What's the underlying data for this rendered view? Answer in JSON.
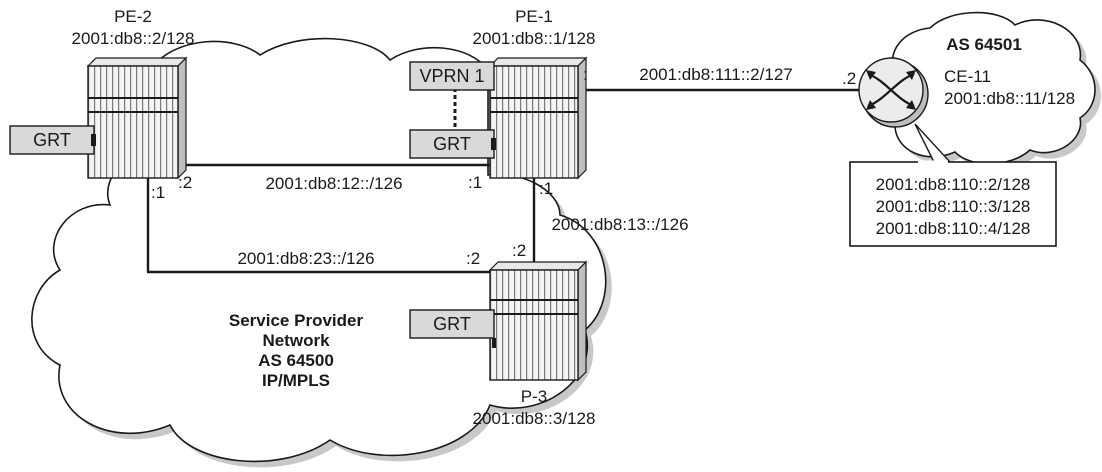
{
  "nodes": {
    "pe2": {
      "name": "PE-2",
      "address": "2001:db8::2/128",
      "grt": "GRT"
    },
    "pe1": {
      "name": "PE-1",
      "address": "2001:db8::1/128",
      "vprn": "VPRN 1",
      "grt": "GRT"
    },
    "p3": {
      "name": "P-3",
      "address": "2001:db8::3/128",
      "grt": "GRT"
    },
    "ce11": {
      "name": "CE-11",
      "address": "2001:db8::11/128",
      "as": "AS 64501"
    }
  },
  "links": {
    "pe1_ce11": {
      "subnet": "2001:db8:111::2/127",
      "pe_side": ":",
      "ce_side": ".2"
    },
    "pe2_pe1": {
      "subnet": "2001:db8:12::/126",
      "pe2_side": ":2",
      "pe1_side": ":1"
    },
    "pe1_p3": {
      "subnet": "2001:db8:13::/126",
      "pe1_side": ":1",
      "p3_side": ":2"
    },
    "pe2_p3": {
      "subnet": "2001:db8:23::/126",
      "pe2_side": ":1",
      "p3_side": ":2"
    }
  },
  "provider": {
    "line1": "Service Provider",
    "line2": "Network",
    "line3": "AS 64500",
    "line4": "IP/MPLS"
  },
  "ce_prefixes": [
    "2001:db8:110::2/128",
    "2001:db8:110::3/128",
    "2001:db8:110::4/128"
  ],
  "colors": {
    "line": "#1a1a1a",
    "router_body": "#f2f2f2",
    "router_stripe": "#8a8a8a",
    "grt_box": "#d9d9d9",
    "cloud_shadow": "#c8c8c8",
    "ce_router_fill": "#e6e6e6"
  }
}
